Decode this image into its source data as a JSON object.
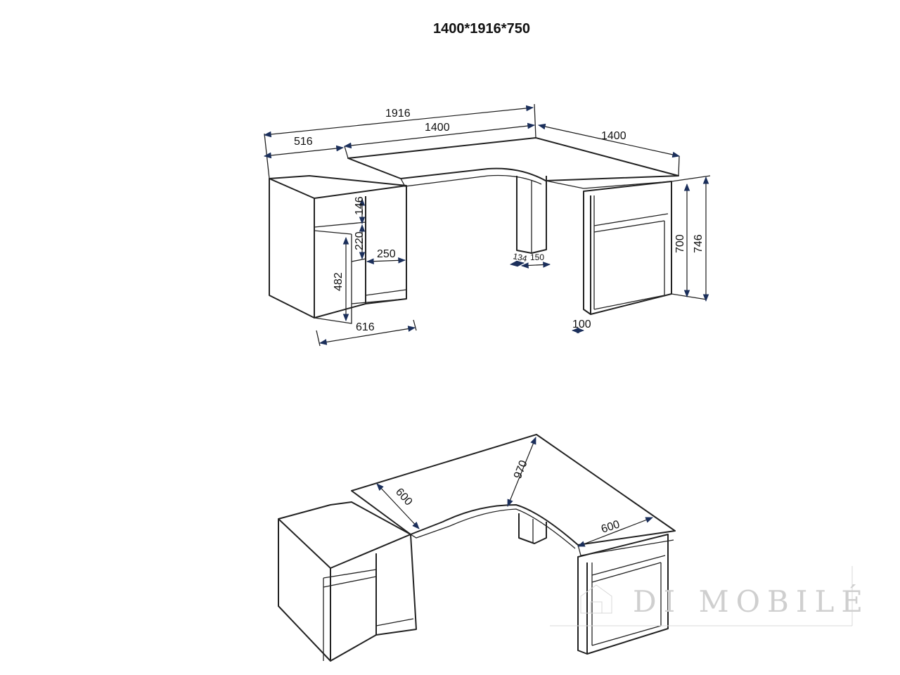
{
  "title": "1400*1916*750",
  "dimensions_top": {
    "d1916": "1916",
    "d1400_front": "1400",
    "d1400_side": "1400",
    "d516": "516",
    "d146": "146",
    "d220": "220",
    "d250": "250",
    "d482": "482",
    "d616": "616",
    "d134": "134",
    "d150": "150",
    "d700": "700",
    "d746": "746",
    "d100": "100"
  },
  "dimensions_bottom": {
    "d600_left": "600",
    "d970": "970",
    "d600_right": "600"
  },
  "watermark": {
    "text": "DI MOBILÉ"
  },
  "colors": {
    "line": "#222222",
    "arrow": "#1b2f5b",
    "watermark": "#cfcfcf"
  }
}
